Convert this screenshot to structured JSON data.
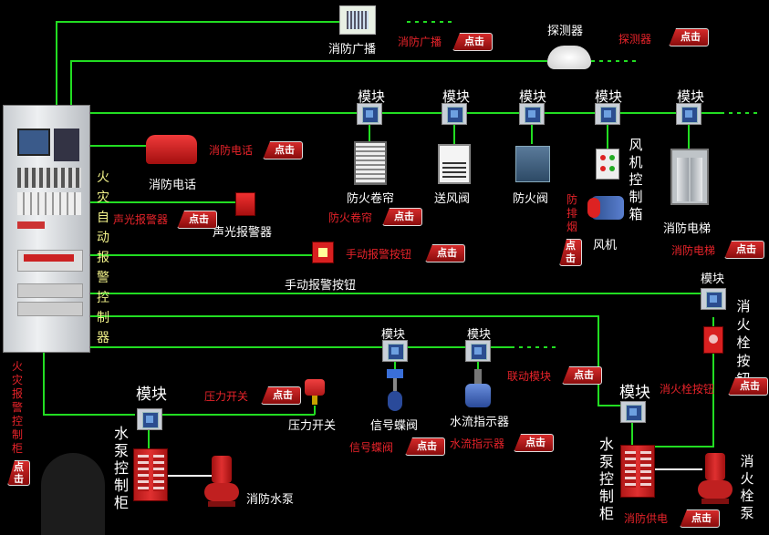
{
  "cabinet_label": "火灾自动报警控制器",
  "cabinet_side_label": "火灾报警控制柜",
  "module_label": "模块",
  "click_label": "点击",
  "devices": {
    "broadcast": "消防广播",
    "detector": "探测器",
    "phone": "消防电话",
    "sound_light_alarm": "声光报警器",
    "manual_alarm_button": "手动报警按钮",
    "fire_shutter": "防火卷帘",
    "supply_valve": "送风阀",
    "fire_damper": "防火阀",
    "fan_control_box": "风机控制箱",
    "smoke_exhaust": "防排烟",
    "fan": "风机",
    "elevator": "消防电梯",
    "hydrant_button": "消火栓按钮",
    "linkage_module": "联动模块",
    "signal_butterfly_valve": "信号蝶阀",
    "water_flow_indicator": "水流指示器",
    "pressure_switch": "压力开关",
    "pump_control_cabinet": "水泵控制柜",
    "fire_pump": "消防水泵",
    "hydrant_pump": "消火栓泵",
    "fire_power_supply": "消防供电"
  },
  "colors": {
    "wire": "#22dd22",
    "background": "#000000",
    "red_label": "#e8232a",
    "yellow_label": "#f2f28a"
  }
}
